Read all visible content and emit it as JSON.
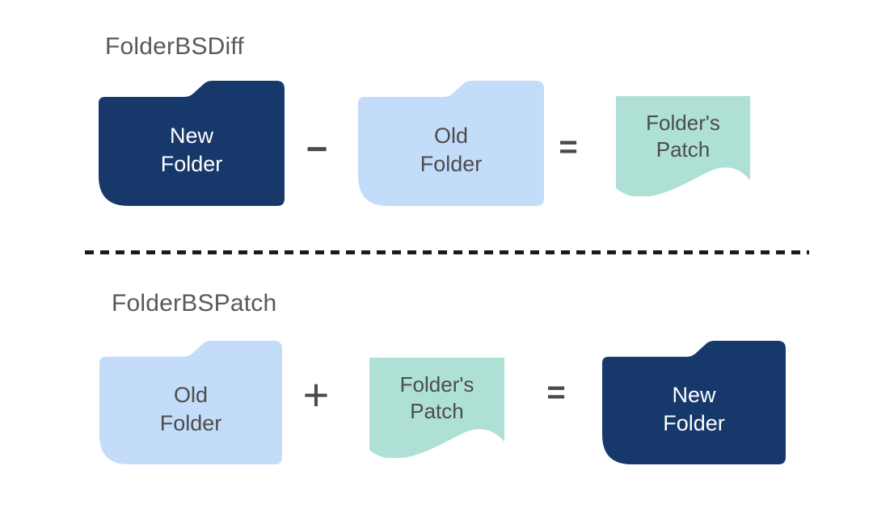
{
  "colors": {
    "navy_folder": "#17386B",
    "light_blue_folder": "#C3DCF9",
    "mint_patch": "#AEE0D6",
    "section_title_text": "#595959",
    "label_text_dark": "#4C4C4C",
    "label_text_light": "#FFFFFF",
    "operator_text": "#4A4A4A",
    "divider_dash": "#1B1B1B",
    "background": "#FFFFFF"
  },
  "diff": {
    "title": "FolderBSDiff",
    "minuend_lines": [
      "New",
      "Folder"
    ],
    "minus_symbol": "−",
    "subtrahend_lines": [
      "Old",
      "Folder"
    ],
    "equals_symbol": "=",
    "result_lines": [
      "Folder's",
      "Patch"
    ]
  },
  "patch": {
    "title": "FolderBSPatch",
    "addend_folder_lines": [
      "Old",
      "Folder"
    ],
    "plus_symbol": "+",
    "addend_patch_lines": [
      "Folder's",
      "Patch"
    ],
    "equals_symbol": "=",
    "result_lines": [
      "New",
      "Folder"
    ]
  }
}
